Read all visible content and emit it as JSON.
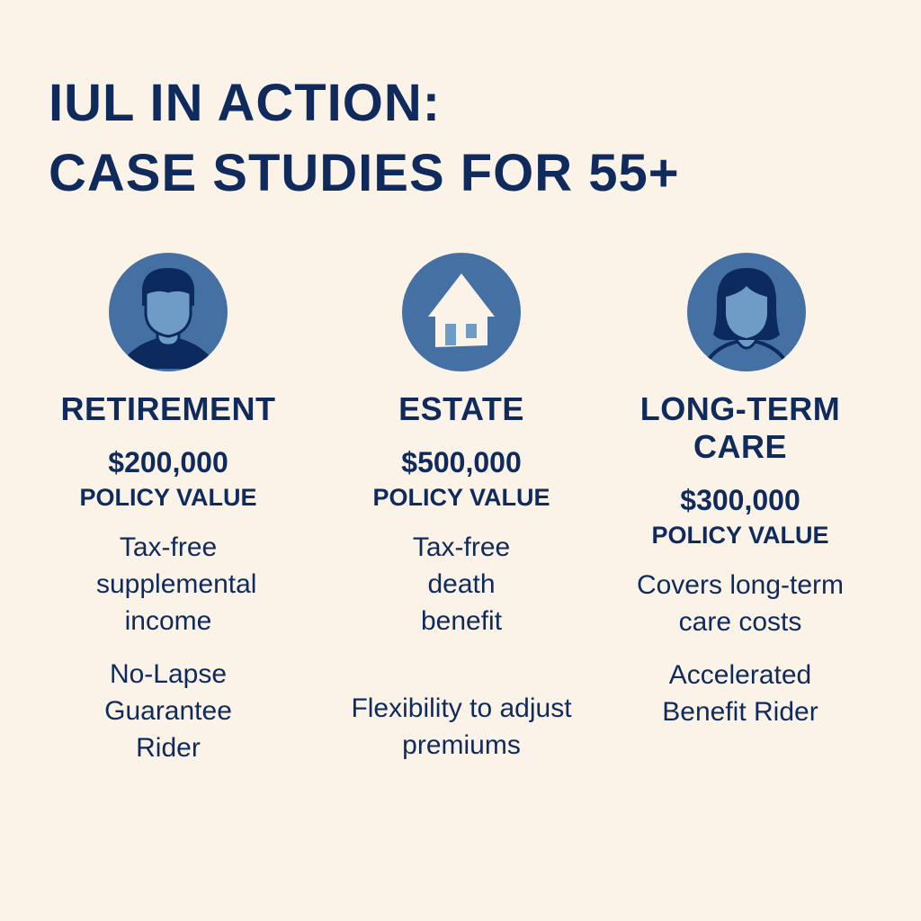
{
  "title": {
    "line1": "IUL IN ACTION:",
    "line2": "CASE STUDIES FOR 55+"
  },
  "colors": {
    "background": "#fbf3e8",
    "text": "#0f2a5c",
    "circle": "#4470a3",
    "icon_dark": "#0d2a5e",
    "icon_light": "#6f9cc6"
  },
  "cases": [
    {
      "icon": "man-avatar-icon",
      "heading": "RETIREMENT",
      "amount": "$200,000",
      "amount_label": "POLICY VALUE",
      "benefit": "Tax-free supplemental income",
      "rider": "No-Lapse Guarantee Rider"
    },
    {
      "icon": "house-icon",
      "heading": "ESTATE",
      "amount": "$500,000",
      "amount_label": "POLICY VALUE",
      "benefit": "Tax-free death benefit",
      "rider": "Flexibility to adjust premiums"
    },
    {
      "icon": "woman-avatar-icon",
      "heading": "LONG-TERM CARE",
      "amount": "$300,000",
      "amount_label": "POLICY VALUE",
      "benefit": "Covers long-term care costs",
      "rider": "Accelerated Benefit Rider"
    }
  ]
}
